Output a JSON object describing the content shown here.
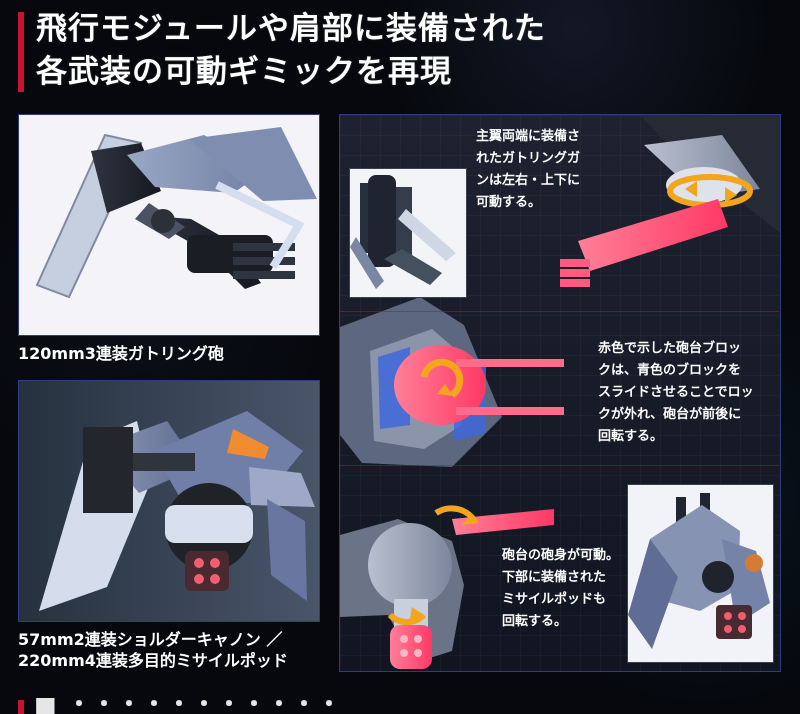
{
  "title": {
    "line1": "飛行モジュールや肩部に装備された",
    "line2": "各武装の可動ギミックを再現"
  },
  "captions": {
    "gatling": "120mm3連装ガトリング砲",
    "shoulder_line1": "57mm2連装ショルダーキャノン ／",
    "shoulder_line2": "220mm4連装多目的ミサイルポッド"
  },
  "notes": {
    "top": [
      "主翼両端に装備さ",
      "れたガトリングガ",
      "ンは左右・上下に",
      "可動する。"
    ],
    "middle": [
      "赤色で示した砲台ブロッ",
      "クは、青色のブロックを",
      "スライドさせることでロッ",
      "クが外れ、砲台が前後に",
      "回転する。"
    ],
    "bottom": [
      "砲台の砲身が可動。",
      "下部に装備された",
      "ミサイルポッドも",
      "回転する。"
    ]
  },
  "footer": {
    "text": "■ ・・・・・・・・・・・"
  },
  "colors": {
    "accent_red": "#c71433",
    "highlight_pink": "#ff5b80",
    "highlight_blue": "#3e67db",
    "highlight_orange": "#f2a51d"
  }
}
